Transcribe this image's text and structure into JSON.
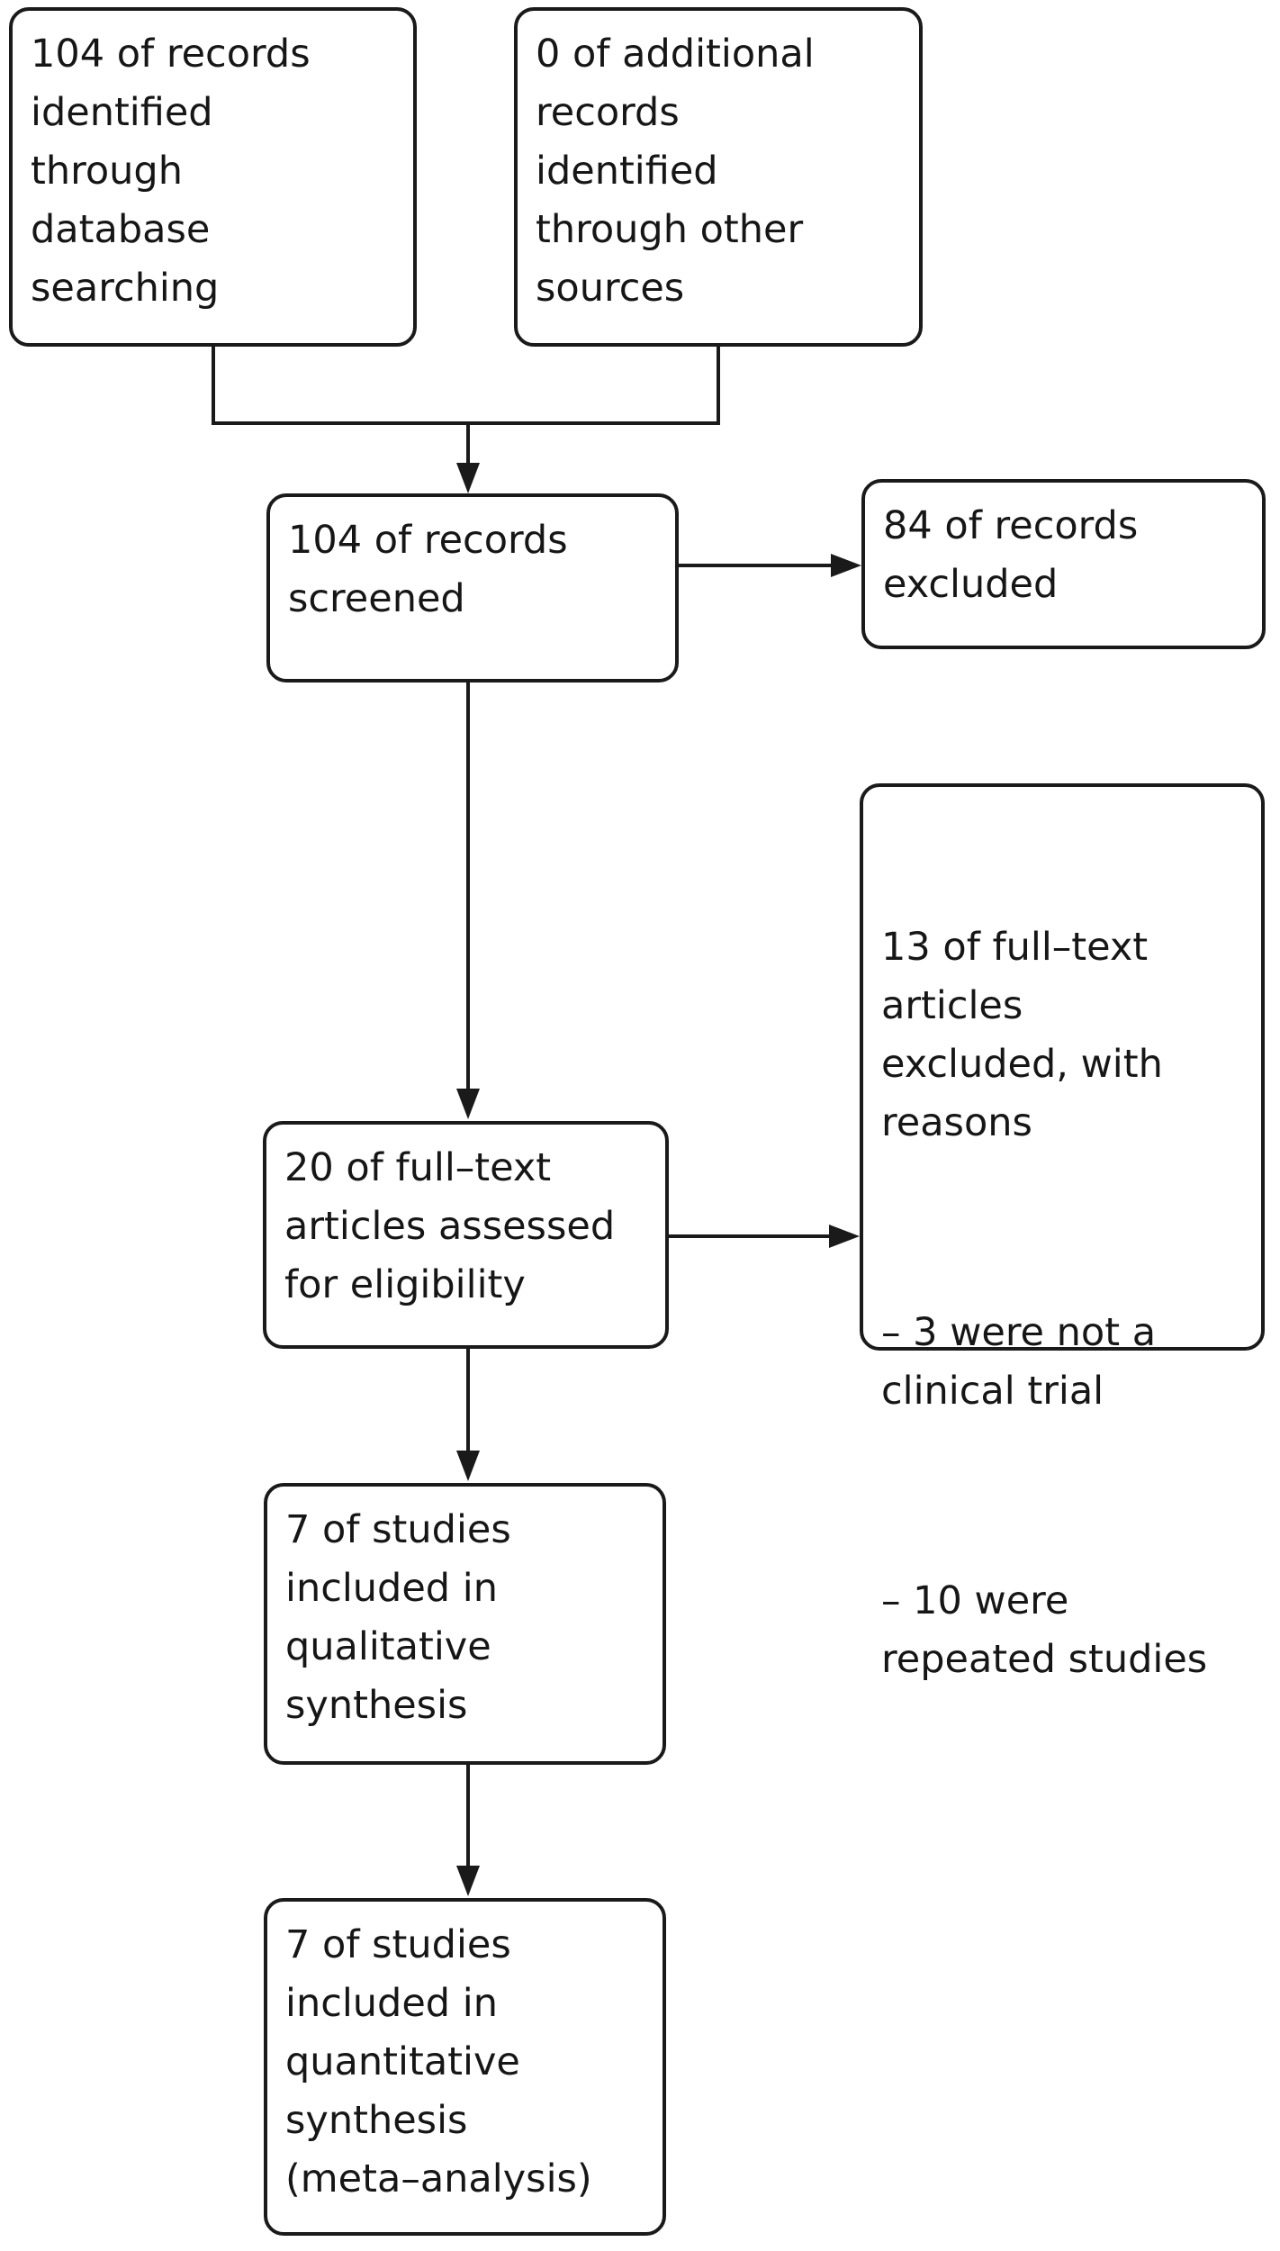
{
  "diagram": {
    "type": "prisma-flowchart",
    "colors": {
      "background": "#ffffff",
      "line": "#1a1a1a",
      "text": "#161616"
    },
    "boxes": {
      "identified_database": {
        "text": "104 of records\nidentified\nthrough\ndatabase\nsearching"
      },
      "identified_other": {
        "text": "0 of additional\nrecords\nidentified\nthrough other\nsources"
      },
      "screened": {
        "text": "104 of records\nscreened"
      },
      "records_excluded": {
        "text": "84 of records\nexcluded"
      },
      "assessed": {
        "text": "20 of full–text\narticles assessed\nfor eligibility"
      },
      "fulltext_excluded": {
        "p1": "13 of full–text\narticles\nexcluded, with\nreasons",
        "p2": "– 3 were not a\nclinical trial",
        "p3": "– 10 were\nrepeated studies"
      },
      "qualitative": {
        "text": "7 of studies\nincluded in\nqualitative\nsynthesis"
      },
      "quantitative": {
        "text": "7 of studies\nincluded in\nquantitative\nsynthesis\n(meta–analysis)"
      }
    }
  }
}
